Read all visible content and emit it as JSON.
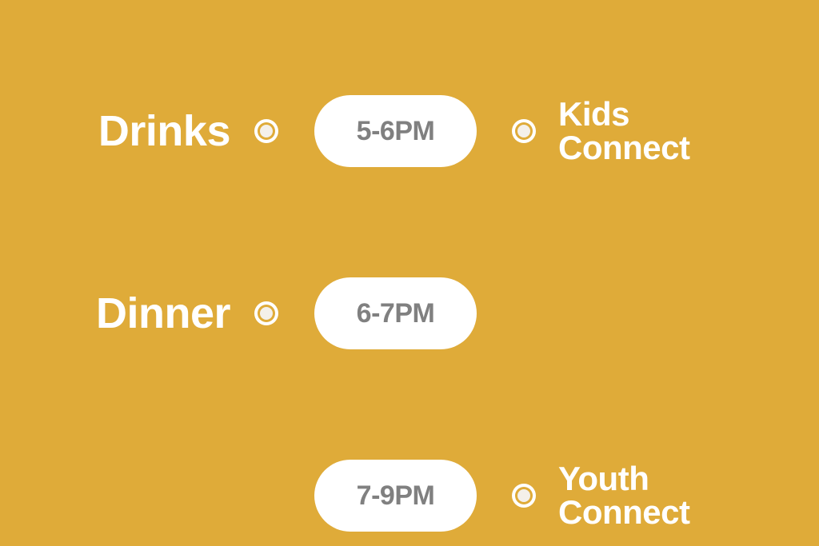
{
  "board": {
    "background_color": "#dfab39",
    "pill_background_color": "#ffffff",
    "pill_text_color": "#808080",
    "label_text_color": "#ffffff",
    "bullet_icon_name": "radio-bullet-icon"
  },
  "rows": [
    {
      "left_label": "Drinks",
      "time": "5-6PM",
      "right_label_line_1": "Kids",
      "right_label_line_2": "Connect"
    },
    {
      "left_label": "Dinner",
      "time": "6-7PM",
      "right_label_line_1": "",
      "right_label_line_2": ""
    },
    {
      "left_label": "",
      "time": "7-9PM",
      "right_label_line_1": "Youth",
      "right_label_line_2": "Connect"
    }
  ]
}
